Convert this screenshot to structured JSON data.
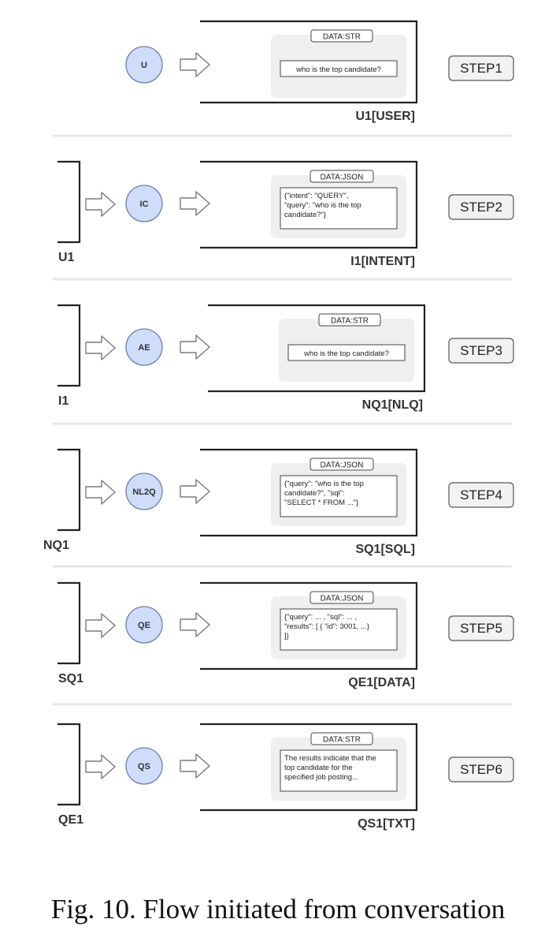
{
  "steps": [
    {
      "input": "",
      "node": "U",
      "type": "DATA:STR",
      "content": "who is the top candidate?",
      "output": "U1[USER]",
      "step": "STEP1"
    },
    {
      "input": "U1",
      "node": "IC",
      "type": "DATA:JSON",
      "content": "{\"intent\": \"QUERY\",\n\"query\": \"who is the top\ncandidate?\"}",
      "output": "I1[INTENT]",
      "step": "STEP2"
    },
    {
      "input": "I1",
      "node": "AE",
      "type": "DATA:STR",
      "content": "who is the top candidate?",
      "output": "NQ1[NLQ]",
      "step": "STEP3"
    },
    {
      "input": "NQ1",
      "node": "NL2Q",
      "type": "DATA:JSON",
      "content": "{\"query\": \"who is the top\ncandidate?\", \"sql\":\n\"SELECT * FROM ...\"}",
      "output": "SQ1[SQL]",
      "step": "STEP4"
    },
    {
      "input": "SQ1",
      "node": "QE",
      "type": "DATA:JSON",
      "content": "{\"query\": ... , \"sql\": ... ,\n\"results\": [ { \"id\": 3001, ...}\n]}",
      "output": "QE1[DATA]",
      "step": "STEP5"
    },
    {
      "input": "QE1",
      "node": "QS",
      "type": "DATA:STR",
      "content": "The results indicate that the\ntop candidate for the\nspecified job posting...",
      "output": "QS1[TXT]",
      "step": "STEP6"
    }
  ],
  "caption": "Fig. 10.  Flow initiated from conversation",
  "colors": {
    "node_fill": "#cfdcfa",
    "node_stroke": "#6f7fa8",
    "panel": "#efefef",
    "step_fill": "#f2f2f2",
    "line": "#222222",
    "separator": "#e6e6e6"
  }
}
